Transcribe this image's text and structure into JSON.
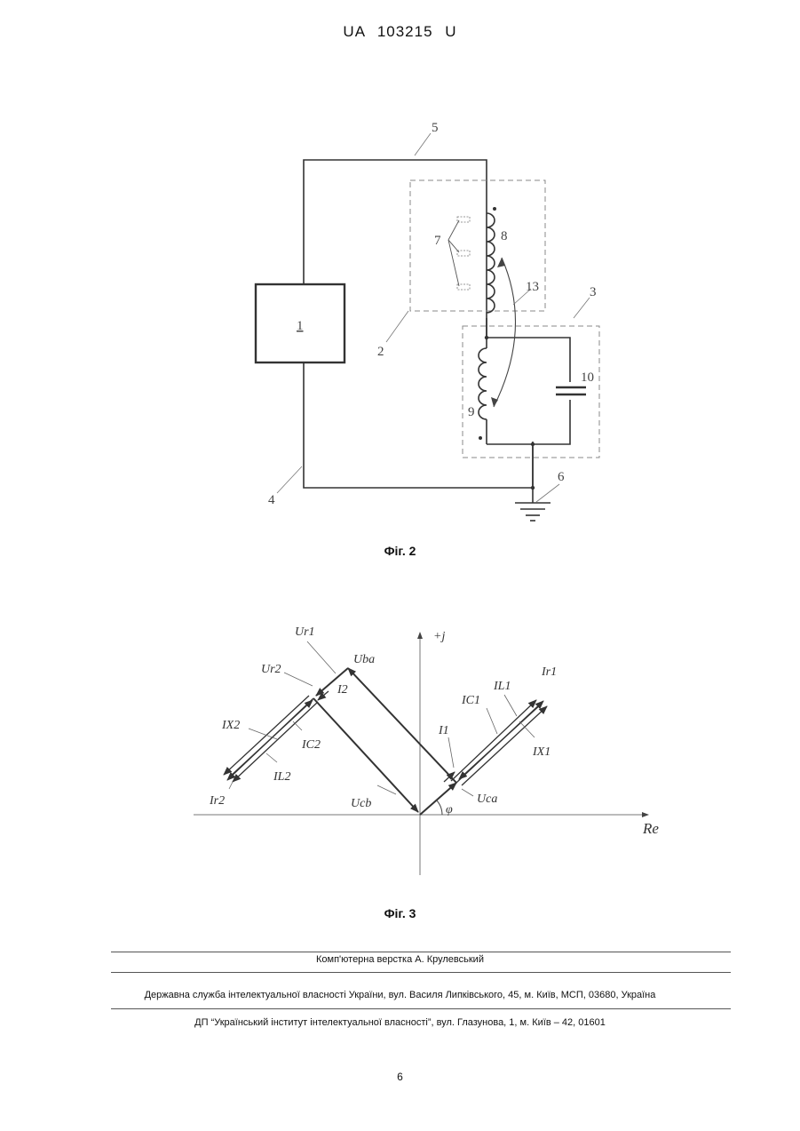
{
  "header": {
    "patent_number": "UA   103215   U"
  },
  "figure2": {
    "caption": "Фіг. 2",
    "labels": {
      "block": "1",
      "dashed_box_1": "2",
      "dashed_box_2": "3",
      "lower_wire": "4",
      "upper_wire": "5",
      "ground": "6",
      "taps": "7",
      "coil_upper": "8",
      "coil_lower": "9",
      "capacitor": "10",
      "coupling": "13"
    }
  },
  "figure3": {
    "caption": "Фіг. 3",
    "axes": {
      "imag": "+j",
      "real": "Re"
    },
    "vectors": {
      "ur1": "Ur1",
      "ur2": "Ur2",
      "uba": "Uba",
      "i2": "I2",
      "ix2": "IX2",
      "ic2": "IC2",
      "il2": "IL2",
      "ir2": "Ir2",
      "ucb": "Ucb",
      "uca": "Uca",
      "phi": "φ",
      "i1": "I1",
      "ic1": "IC1",
      "il1": "IL1",
      "ir1": "Ir1",
      "ix1": "IX1"
    }
  },
  "footer": {
    "layout_credit": "Комп'ютерна верстка А. Крулевський",
    "agency": "Державна служба інтелектуальної власності України, вул. Василя Липківського, 45, м. Київ, МСП, 03680, Україна",
    "institute": "ДП “Український інститут інтелектуальної власності”, вул. Глазунова, 1, м. Київ – 42, 01601",
    "page_number": "6"
  }
}
